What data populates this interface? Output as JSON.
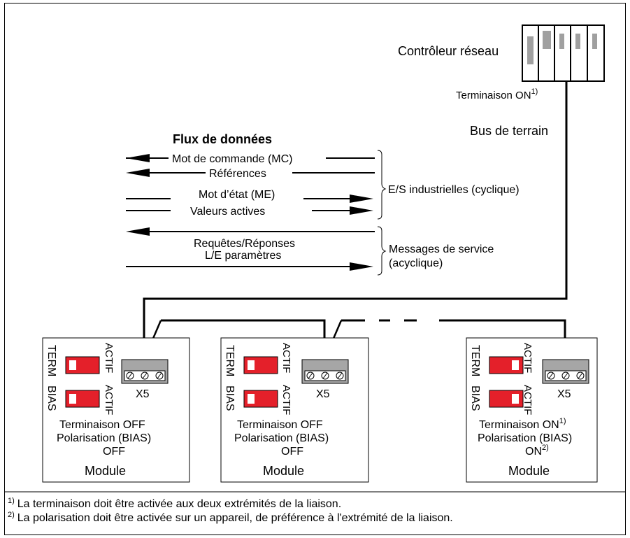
{
  "controller": {
    "label": "Contrôleur réseau",
    "termination": "Terminaison ON",
    "termination_note": "1)"
  },
  "bus_label": "Bus de terrain",
  "dataflow": {
    "title": "Flux de données",
    "cw_label": "Mot de commande (MC)",
    "ref_label": "Références",
    "sw_label": "Mot d’état (ME)",
    "av_label": "Valeurs actives",
    "req_label_1": "Requêtes/Réponses",
    "req_label_2": "L/E paramètres",
    "io_group": "E/S industrielles (cyclique)",
    "svc_group_1": "Messages de service",
    "svc_group_2": "(acyclique)"
  },
  "modules": [
    {
      "name": "Module",
      "connector": "X5",
      "term_switch": "TERM",
      "bias_switch": "BIAS",
      "active_label": "ACTIF",
      "line1": "Terminaison OFF",
      "line2": "Polarisation (BIAS)",
      "line3": "OFF",
      "note1": "",
      "note2": "",
      "term_on": false,
      "bias_on": false
    },
    {
      "name": "Module",
      "connector": "X5",
      "term_switch": "TERM",
      "bias_switch": "BIAS",
      "active_label": "ACTIF",
      "line1": "Terminaison OFF",
      "line2": "Polarisation (BIAS)",
      "line3": "OFF",
      "note1": "",
      "note2": "",
      "term_on": false,
      "bias_on": false
    },
    {
      "name": "Module",
      "connector": "X5",
      "term_switch": "TERM",
      "bias_switch": "BIAS",
      "active_label": "ACTIF",
      "line1": "Terminaison ON",
      "line2": "Polarisation (BIAS)",
      "line3": "ON",
      "note1": "1)",
      "note2": "2)",
      "term_on": true,
      "bias_on": true
    }
  ],
  "footnotes": [
    {
      "mark": "1)",
      "text": "La terminaison doit être activée aux deux extrémités de la liaison."
    },
    {
      "mark": "2)",
      "text": "La polarisation doit être activée sur un appareil, de préférence à l'extrémité de la liaison."
    }
  ],
  "colors": {
    "switch_red": "#e4202a",
    "controller_gray": "#a0a0a0",
    "terminal_gray": "#a6a6a6"
  }
}
